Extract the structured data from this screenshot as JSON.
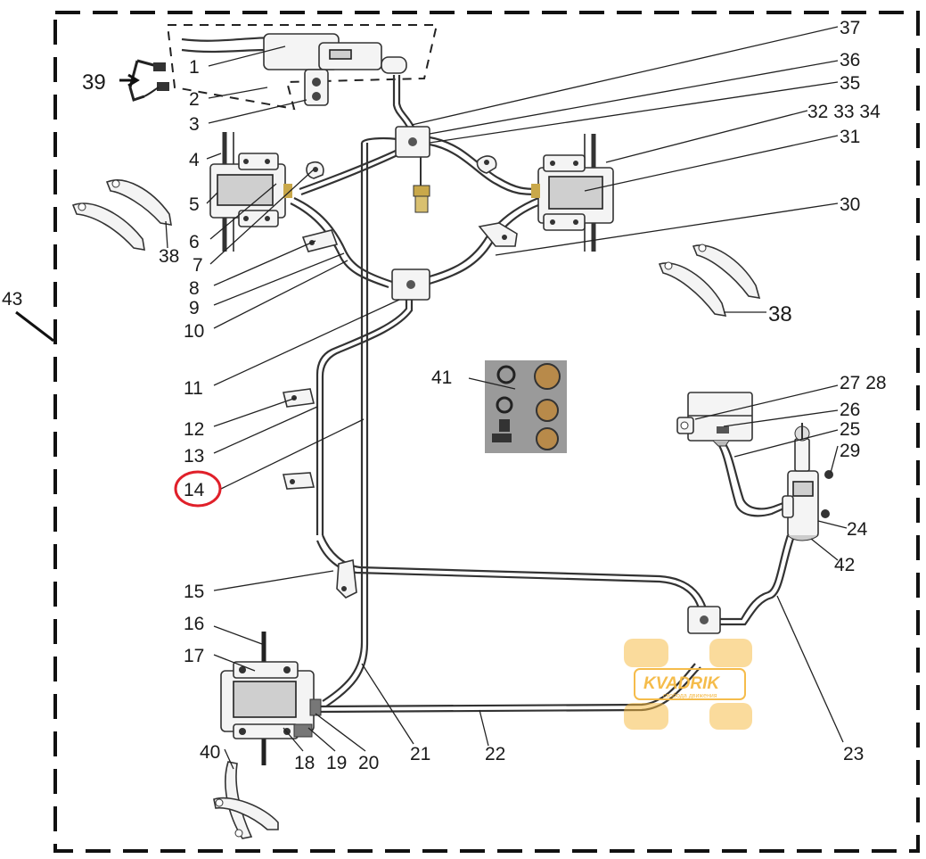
{
  "callouts": {
    "c1": "1",
    "c2": "2",
    "c3": "3",
    "c4": "4",
    "c5": "5",
    "c6": "6",
    "c7": "7",
    "c8": "8",
    "c9": "9",
    "c10": "10",
    "c11": "11",
    "c12": "12",
    "c13": "13",
    "c14": "14",
    "c15": "15",
    "c16": "16",
    "c17": "17",
    "c18": "18",
    "c19": "19",
    "c20": "20",
    "c21": "21",
    "c22": "22",
    "c23": "23",
    "c24": "24",
    "c25": "25",
    "c26": "26",
    "c27_28": "27 28",
    "c29": "29",
    "c30": "30",
    "c31": "31",
    "c32_33_34": "32 33 34",
    "c35": "35",
    "c36": "36",
    "c37": "37",
    "c38a": "38",
    "c38b": "38",
    "c39": "39",
    "c40": "40",
    "c41": "41",
    "c42": "42",
    "c43": "43"
  },
  "highlight": {
    "target": "14",
    "color": "#e0202a"
  },
  "watermark": {
    "title": "KVADRIK",
    "subtitle": "свобода движения",
    "color": "#f5b942"
  },
  "colors": {
    "line": "#222222",
    "border": "#111111"
  }
}
